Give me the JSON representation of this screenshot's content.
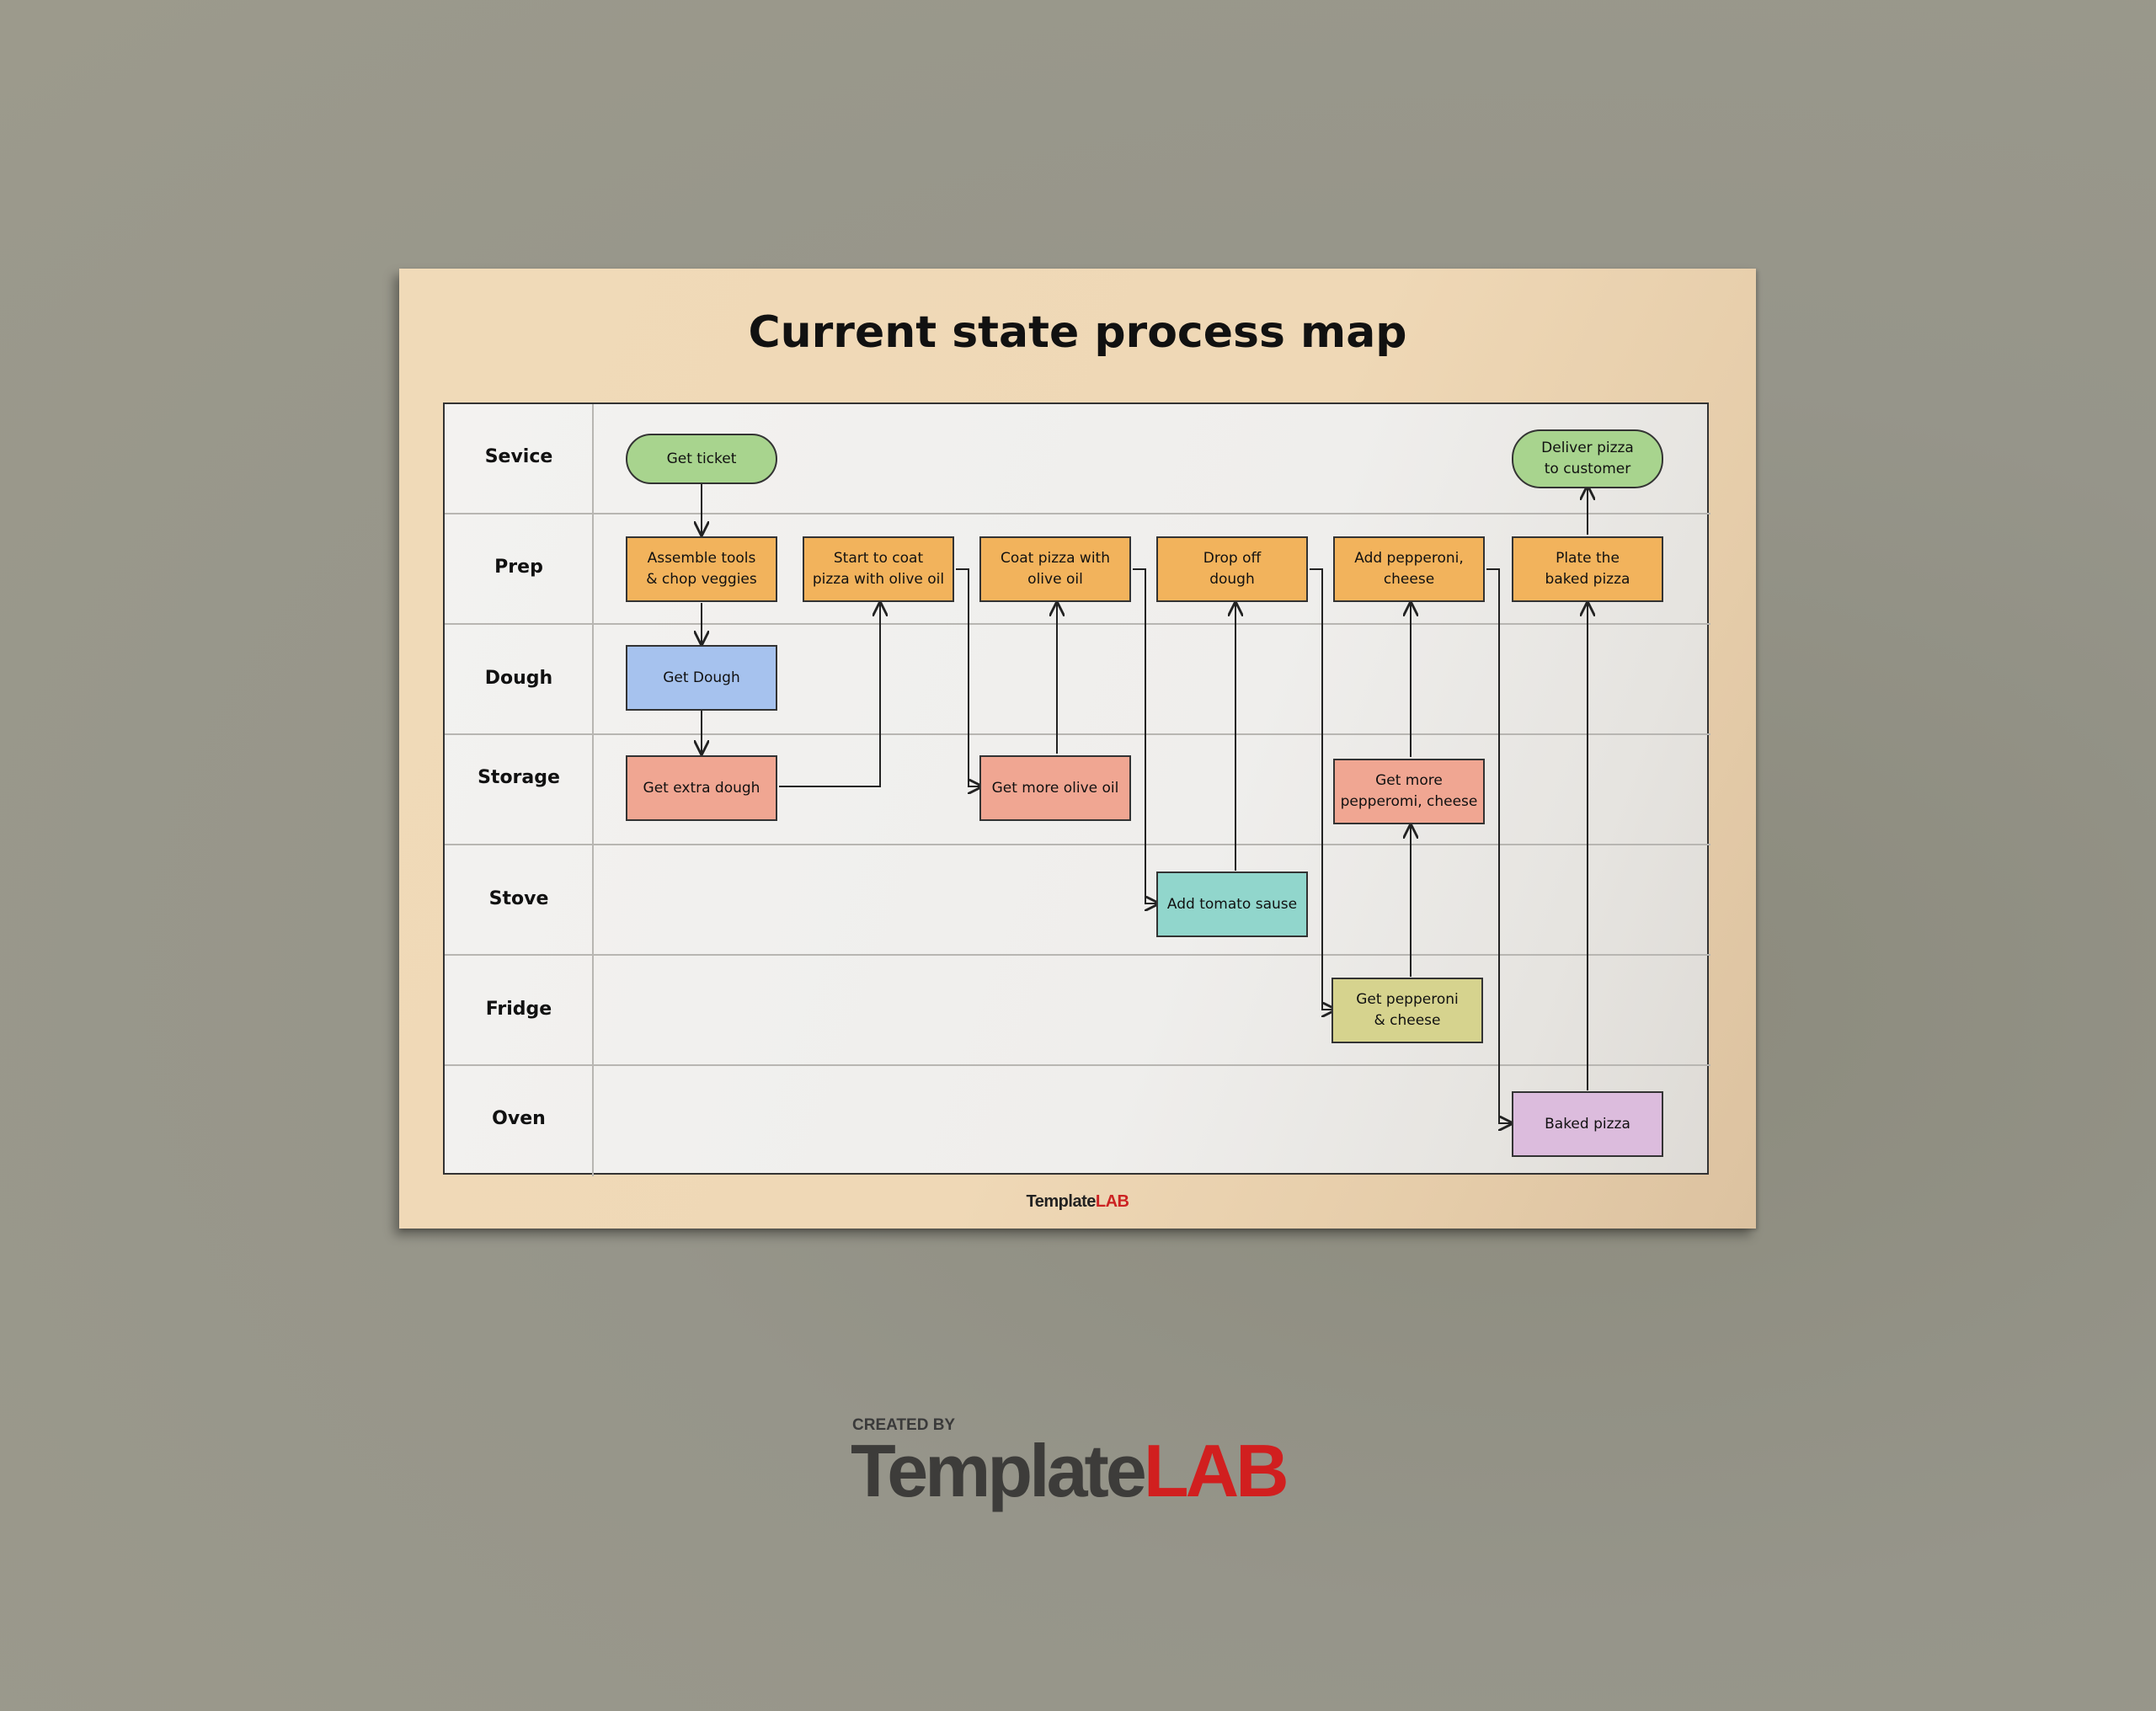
{
  "title": "Current state process map",
  "footer": {
    "brand_main": "Template",
    "brand_accent": "LAB"
  },
  "logo": {
    "created_by": "CREATED BY",
    "main": "Template",
    "accent": "LAB"
  },
  "lanes": [
    "Sevice",
    "Prep",
    "Dough",
    "Storage",
    "Stove",
    "Fridge",
    "Oven"
  ],
  "colors": {
    "service": "#a8d48e",
    "prep": "#f2b35c",
    "dough": "#a6c2ee",
    "storage": "#f0a692",
    "stove": "#91d6cc",
    "fridge": "#d6d38e",
    "oven": "#dcbcdd"
  },
  "nodes": {
    "get_ticket": "Get ticket",
    "deliver_pizza": "Deliver pizza\nto customer",
    "assemble_tools": "Assemble tools\n& chop veggies",
    "start_to_coat": "Start to coat\npizza with olive oil",
    "coat_pizza": "Coat pizza with\nolive oil",
    "drop_off_dough": "Drop off\ndough",
    "add_pepperoni": "Add pepperoni,\ncheese",
    "plate_pizza": "Plate the\nbaked pizza",
    "get_dough": "Get Dough",
    "get_extra_dough": "Get extra dough",
    "get_more_olive_oil": "Get more olive oil",
    "get_more_pepperoni": "Get more\npepperomi, cheese",
    "add_tomato_sause": "Add tomato sause",
    "get_pepperoni_cheese": "Get pepperoni\n& cheese",
    "baked_pizza": "Baked pizza"
  }
}
